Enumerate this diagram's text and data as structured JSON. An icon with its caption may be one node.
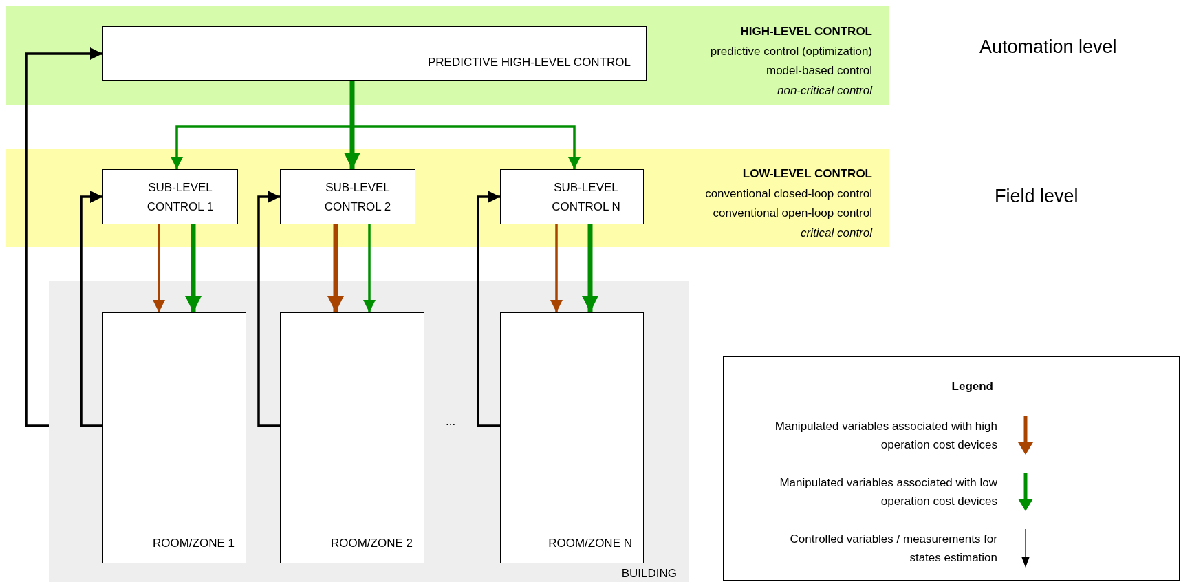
{
  "diagram": {
    "nodes": [
      {
        "text": [
          "HIGH-LEVEL CONTROL",
          "predictive control (optimization)",
          "model-based control",
          "non-critical control"
        ]
      },
      {
        "text": [
          "PREDICTIVE HIGH-LEVEL CONTROL"
        ],
        "in": 0
      },
      {
        "text": [
          "LOW-LEVEL CONTROL",
          "conventional closed-loop control",
          "conventional open-loop control",
          "critical control"
        ]
      },
      {
        "text": [
          "SUB-LEVEL CONTROL 1"
        ],
        "in": 2
      },
      {
        "text": [
          "SUB-LEVEL CONTROL 2"
        ],
        "in": 2
      },
      {
        "text": [
          "SUB-LEVEL CONTROL N"
        ],
        "in": 2
      },
      {
        "text": [
          "BUILDING"
        ]
      },
      {
        "text": [
          "ROOM/ZONE 1"
        ],
        "in": 6
      },
      {
        "text": [
          "ROOM/ZONE 2"
        ],
        "in": 6
      },
      {
        "text": [
          "ROOM/ZONE N"
        ],
        "in": 6
      }
    ],
    "edges": [
      {
        "from": 1,
        "to": 3,
        "arrow": "to",
        "color": "#008f00"
      },
      {
        "from": 1,
        "to": 4,
        "arrow": "to",
        "color": "#008f00",
        "style": "thick"
      },
      {
        "from": 1,
        "to": 5,
        "arrow": "to",
        "color": "#008f00"
      },
      {
        "from": 3,
        "to": 7,
        "arrow": "to",
        "color": "#a84300"
      },
      {
        "from": 3,
        "to": 7,
        "arrow": "to",
        "color": "#008f00",
        "style": "thick"
      },
      {
        "from": 4,
        "to": 8,
        "arrow": "to",
        "color": "#a84300",
        "style": "thick"
      },
      {
        "from": 4,
        "to": 8,
        "arrow": "to",
        "color": "#008f00"
      },
      {
        "from": 5,
        "to": 9,
        "arrow": "to",
        "color": "#a84300"
      },
      {
        "from": 5,
        "to": 9,
        "arrow": "to",
        "color": "#008f00",
        "style": "thick"
      },
      {
        "from": 7,
        "to": 3,
        "arrow": "to",
        "color": "#000000"
      },
      {
        "from": 8,
        "to": 4,
        "arrow": "to",
        "color": "#000000"
      },
      {
        "from": 9,
        "to": 5,
        "arrow": "to",
        "color": "#000000"
      },
      {
        "from": 6,
        "to": 1,
        "arrow": "to",
        "color": "#000000"
      }
    ],
    "labels": [
      "Automation level",
      "Field level",
      "...",
      "Legend"
    ],
    "legend": [
      {
        "text": "Manipulated variables associated with high operation cost devices"
      },
      {
        "text": "Manipulated variables associated with low operation cost devices"
      },
      {
        "text": "Controlled variables / measurements for states estimation"
      }
    ]
  }
}
